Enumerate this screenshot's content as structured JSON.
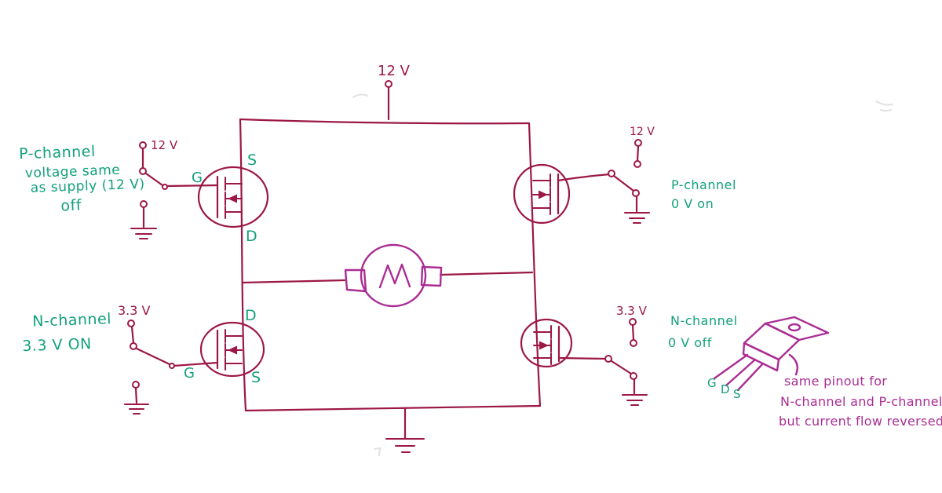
{
  "colors": {
    "ink": "#9c1746",
    "magenta": "#aa2d94",
    "green": "#13a07d"
  },
  "top_supply": {
    "label": "12 V"
  },
  "motor": {
    "label": "M"
  },
  "left_top": {
    "note_line1": "P-channel",
    "note_line2": "voltage same",
    "note_line3": "as supply (12 V)",
    "note_line4": "off",
    "switch_label": "12 V",
    "gate_label": "G",
    "source_label": "S",
    "drain_label": "D"
  },
  "left_bottom": {
    "note_line1": "N-channel",
    "note_line2": "3.3 V ON",
    "switch_label": "3.3 V",
    "gate_label": "G",
    "drain_label": "D",
    "source_label": "S"
  },
  "right_top": {
    "switch_label": "12 V",
    "note_line1": "P-channel",
    "note_line2": "0 V on"
  },
  "right_bottom": {
    "switch_label": "3.3 V",
    "note_line1": "N-channel",
    "note_line2": "0 V off"
  },
  "package": {
    "pin1": "G",
    "pin2": "D",
    "pin3": "S",
    "note_line1": "same pinout for",
    "note_line2": "N-channel and P-channel,",
    "note_line3": "but current flow reversed"
  }
}
